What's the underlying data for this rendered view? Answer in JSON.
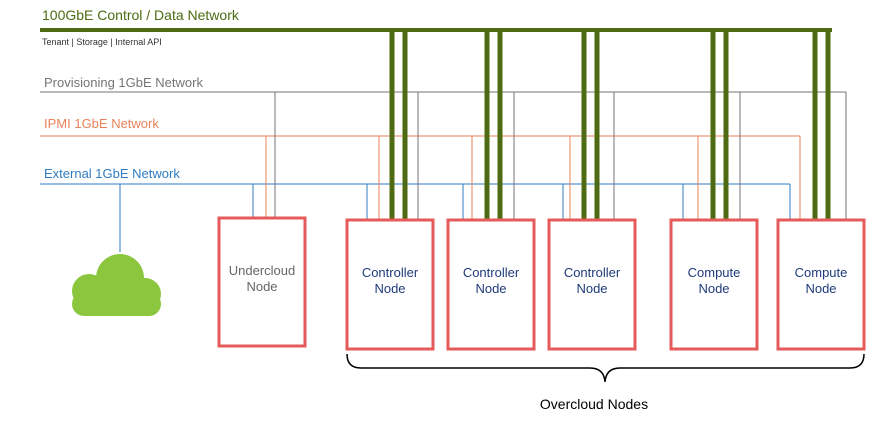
{
  "networks": {
    "data": {
      "label": "100GbE Control / Data Network",
      "sublabel": "Tenant | Storage | Internal API",
      "color": "#4e6a12"
    },
    "provisioning": {
      "label": "Provisioning 1GbE Network",
      "color": "#757575"
    },
    "ipmi": {
      "label": "IPMI 1GbE Network",
      "color": "#e8825a"
    },
    "external": {
      "label": "External 1GbE Network",
      "color": "#2f7cc0"
    }
  },
  "nodes": [
    {
      "line1": "Undercloud",
      "line2": "Node",
      "role": "undercloud"
    },
    {
      "line1": "Controller",
      "line2": "Node",
      "role": "controller"
    },
    {
      "line1": "Controller",
      "line2": "Node",
      "role": "controller"
    },
    {
      "line1": "Controller",
      "line2": "Node",
      "role": "controller"
    },
    {
      "line1": "Compute",
      "line2": "Node",
      "role": "compute"
    },
    {
      "line1": "Compute",
      "line2": "Node",
      "role": "compute"
    }
  ],
  "group_label": "Overcloud Nodes",
  "colors": {
    "node_border": "#e55a5a",
    "overcloud_text": "#1f3a7a",
    "undercloud_text": "#666666",
    "cloud": "#8cc63f"
  },
  "icons": {
    "cloud": "cloud-icon"
  }
}
